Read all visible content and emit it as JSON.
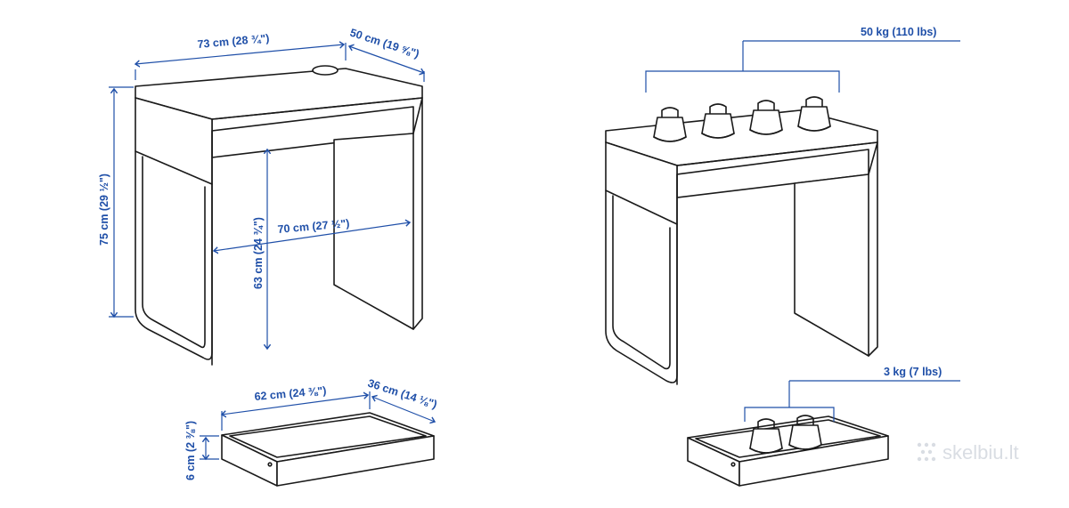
{
  "desk_dimensions": {
    "width": "73 cm (28 ¾\")",
    "depth": "50 cm (19 ⅝\")",
    "height": "75 cm (29 ½\")",
    "knee_height": "63 cm (24 ¾\")",
    "knee_width": "70 cm (27 ½\")"
  },
  "drawer_dimensions": {
    "width": "62 cm (24 ⅜\")",
    "depth": "36 cm (14 ⅛\")",
    "height": "6 cm (2 ⅜\")"
  },
  "load_limits": {
    "desk": "50 kg (110 lbs)",
    "drawer": "3 kg (7 lbs)"
  },
  "watermark": "skelbiu.lt",
  "colors": {
    "dimension": "#1f4fa8",
    "outline": "#1a1a1a",
    "background": "#ffffff"
  },
  "icons": [
    "weight-icon"
  ]
}
